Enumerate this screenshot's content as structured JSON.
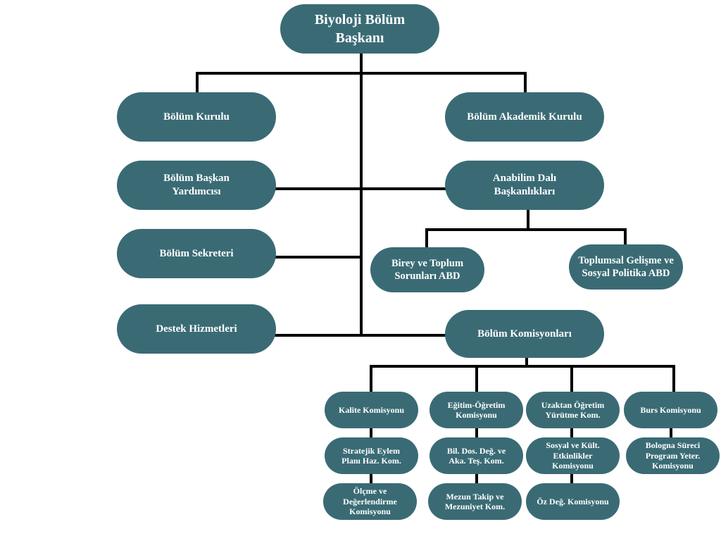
{
  "nodes": {
    "head": "Biyoloji Bölüm Başkanı",
    "bolum_kurulu": "Bölüm Kurulu",
    "akademik_kurul": "Bölüm Akademik Kurulu",
    "baskan_yardimcisi": "Bölüm Başkan Yardımcısı",
    "anabilim_dali": "Anabilim Dalı Başkanlıkları",
    "sekreter": "Bölüm Sekreteri",
    "birey_toplum": "Birey ve Toplum Sorunları ABD",
    "toplumsal_gelisme": "Toplumsal Gelişme ve Sosyal Politika ABD",
    "destek": "Destek Hizmetleri",
    "komisyonlar": "Bölüm Komisyonları",
    "kalite": "Kalite Komisyonu",
    "egitim_ogretim": "Eğitim-Öğretim Komisyonu",
    "uzaktan": "Uzaktan Öğretim Yürütme Kom.",
    "burs": "Burs Komisyonu",
    "stratejik": "Stratejik Eylem Planı Haz. Kom.",
    "bil_dos": "Bil. Dos. Değ. ve Aka. Teş. Kom.",
    "sosyal_kult": "Sosyal ve Kült. Etkinlikler Komisyonu",
    "bologna": "Bologna Süreci Program Yeter. Komisyonu",
    "olcme": "Ölçme ve Değerlendirme Komisyonu",
    "mezun": "Mezun Takip ve Mezuniyet Kom.",
    "oz_deg": "Öz Değ. Komisyonu"
  },
  "colors": {
    "node_fill": "#3a6b75",
    "node_text": "#ffffff",
    "connector": "#000000"
  }
}
